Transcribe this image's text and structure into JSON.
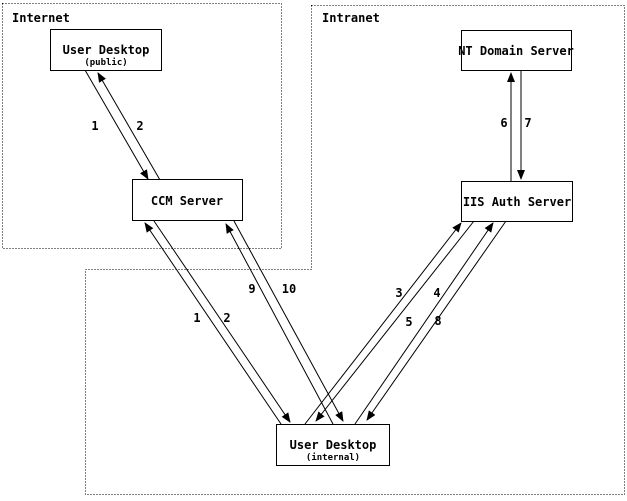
{
  "diagram": {
    "background_color": "#ffffff",
    "line_color": "#000000",
    "zones": [
      {
        "id": "internet",
        "label": "Internet"
      },
      {
        "id": "intranet",
        "label": "Intranet"
      }
    ],
    "nodes": [
      {
        "id": "user-desktop-public",
        "label": "User Desktop",
        "sublabel": "(public)"
      },
      {
        "id": "ccm-server",
        "label": "CCM Server",
        "sublabel": ""
      },
      {
        "id": "nt-domain-server",
        "label": "NT Domain Server",
        "sublabel": ""
      },
      {
        "id": "iis-auth-server",
        "label": "IIS Auth Server",
        "sublabel": ""
      },
      {
        "id": "user-desktop-internal",
        "label": "User Desktop",
        "sublabel": "(internal)"
      }
    ],
    "edges": [
      {
        "label": "1",
        "from": "user-desktop-public",
        "to": "ccm-server"
      },
      {
        "label": "2",
        "from": "ccm-server",
        "to": "user-desktop-public"
      },
      {
        "label": "1",
        "from": "user-desktop-internal",
        "to": "ccm-server"
      },
      {
        "label": "2",
        "from": "ccm-server",
        "to": "user-desktop-internal"
      },
      {
        "label": "9",
        "from": "user-desktop-internal",
        "to": "ccm-server"
      },
      {
        "label": "10",
        "from": "ccm-server",
        "to": "user-desktop-internal"
      },
      {
        "label": "3",
        "from": "user-desktop-internal",
        "to": "iis-auth-server"
      },
      {
        "label": "4",
        "from": "iis-auth-server",
        "to": "user-desktop-internal"
      },
      {
        "label": "5",
        "from": "user-desktop-internal",
        "to": "iis-auth-server"
      },
      {
        "label": "8",
        "from": "iis-auth-server",
        "to": "user-desktop-internal"
      },
      {
        "label": "6",
        "from": "iis-auth-server",
        "to": "nt-domain-server"
      },
      {
        "label": "7",
        "from": "nt-domain-server",
        "to": "iis-auth-server"
      }
    ]
  }
}
